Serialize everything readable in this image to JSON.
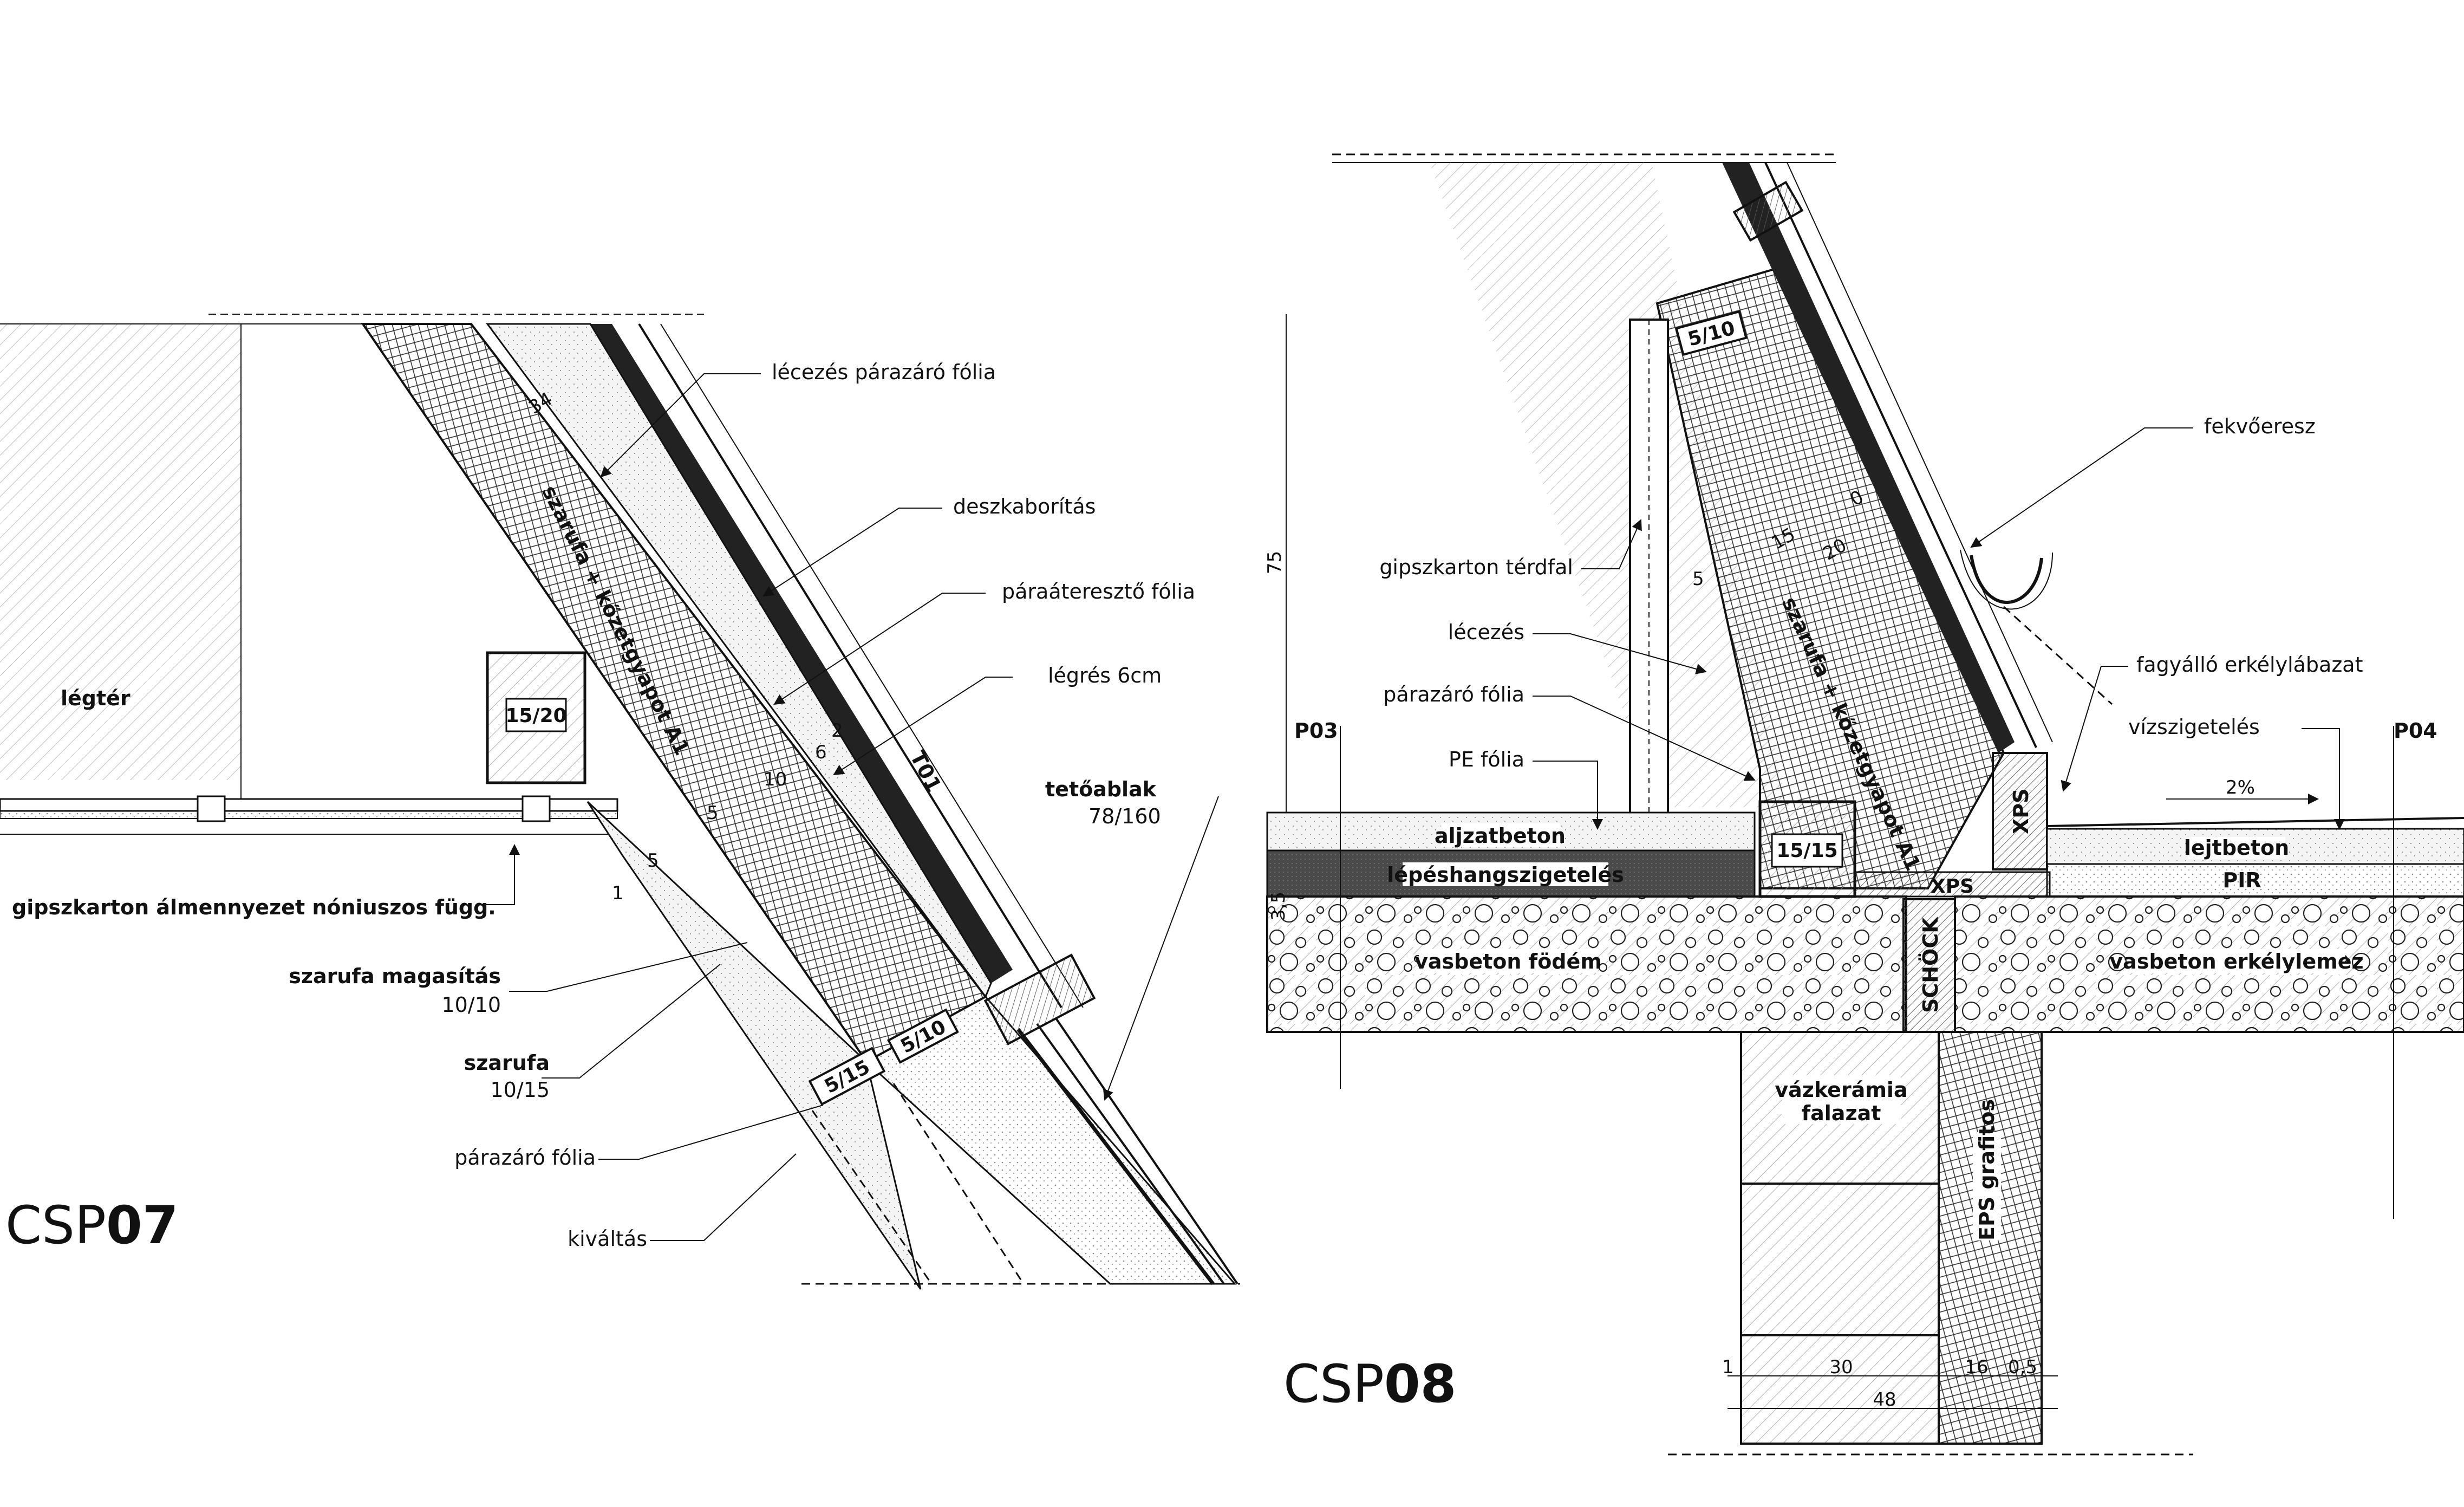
{
  "csp07": {
    "title_prefix": "CSP",
    "title_number": "07",
    "labels": {
      "legter": "légtér",
      "lecezes_parazaro": "lécezés párazáró fólia",
      "deszkaboritas": "deszkaborítás",
      "paraatereszto": "páraáteresztő fólia",
      "legres": "légrés 6cm",
      "t01": "T01",
      "tetoablak": "tetőablak",
      "tetoablak_size": "78/160",
      "gipszkarton_almennyezet": "gipszkarton álmennyezet nóniuszos függ.",
      "szarufa_magasitas": "szarufa magasítás",
      "szarufa_magasitas_size": "10/10",
      "szarufa": "szarufa",
      "szarufa_size": "10/15",
      "parazaro": "párazáró fólia",
      "kivaltas": "kiváltás",
      "rafter_text": "szarufa + kőzetgyapot A1"
    },
    "boxes": {
      "beam": "15/20",
      "b515": "5/15",
      "b510": "5/10"
    },
    "dims": [
      "34",
      "1",
      "5",
      "5",
      "10",
      "6",
      "2",
      "1"
    ]
  },
  "csp08": {
    "title_prefix": "CSP",
    "title_number": "08",
    "labels": {
      "fekvoeresz": "fekvőeresz",
      "gipszkarton_terdfal": "gipszkarton térdfal",
      "lecezes": "lécezés",
      "parazaro": "párazáró fólia",
      "pe_folia": "PE fólia",
      "fagyallo": "fagyálló erkélylábazat",
      "vizszigeteles": "vízszigetelés",
      "slope": "2%",
      "p03": "P03",
      "p04": "P04",
      "aljzatbeton": "aljzatbeton",
      "lepeshang": "lépéshangszigetelés",
      "vasbeton_fodem": "vasbeton födém",
      "vasbeton_erkely": "vasbeton erkélylemez",
      "lejtbeton": "lejtbeton",
      "pir": "PIR",
      "xps": "XPS",
      "xps2": "XPS",
      "schock": "SCHÖCK",
      "vazkeramia1": "vázkerámia",
      "vazkeramia2": "falazat",
      "eps": "EPS grafitos",
      "rafter_text": "szarufa + kőzetgyapot A1"
    },
    "boxes": {
      "b510": "5/10",
      "beam": "15/15"
    },
    "dims": {
      "h75": "75",
      "d1": "1",
      "d30": "30",
      "d16": "16",
      "d05": "0,5",
      "d48": "48",
      "d5": "5",
      "d15": "15",
      "d20": "20",
      "d0": "0",
      "d35": "3,5"
    }
  }
}
